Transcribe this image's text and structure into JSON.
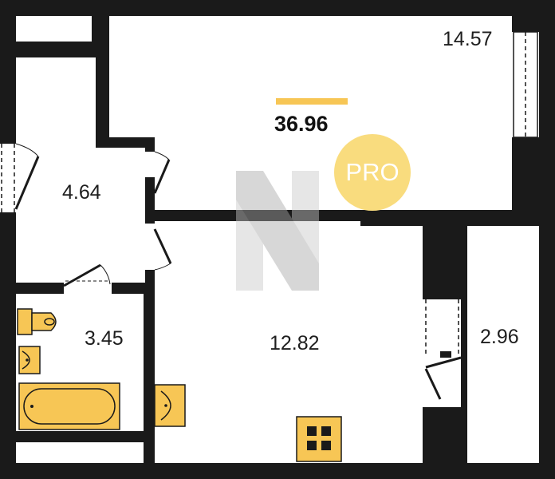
{
  "floorplan": {
    "total_area": "36.96",
    "badge_text": "PRO",
    "rooms": [
      {
        "id": "living",
        "area": "14.57"
      },
      {
        "id": "hall",
        "area": "4.64"
      },
      {
        "id": "bathroom",
        "area": "3.45"
      },
      {
        "id": "kitchen",
        "area": "12.82"
      },
      {
        "id": "loggia",
        "area": "2.96"
      }
    ]
  },
  "colors": {
    "wall": "#1a1a1a",
    "fixture": "#f7c655",
    "badge": "#f9dc7e",
    "accent_bar": "#f7c655",
    "watermark": "#c9c9c9"
  },
  "icons": [
    "toilet-icon",
    "sink-icon",
    "bathtub-icon",
    "kitchen-sink-icon",
    "stove-icon",
    "logo-watermark"
  ]
}
